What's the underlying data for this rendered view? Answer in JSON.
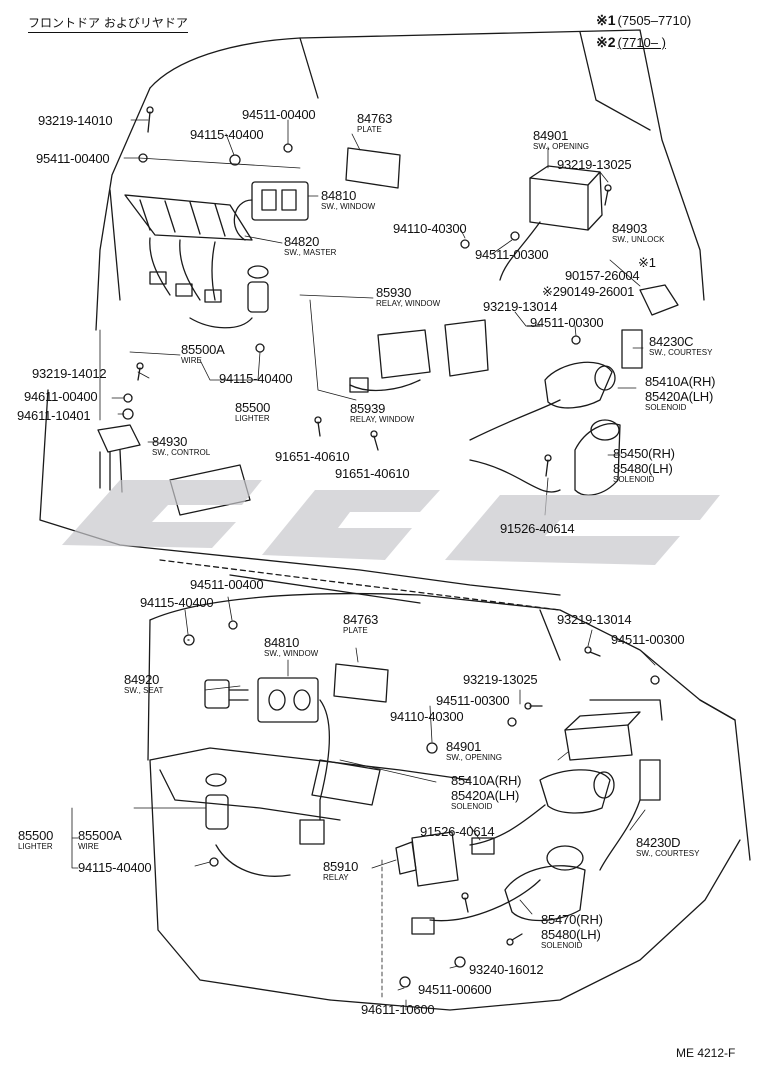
{
  "header": {
    "title": "フロントドア およびリヤドア",
    "notes": [
      {
        "mark": "※1",
        "range": "(7505–7710)"
      },
      {
        "mark": "※2",
        "range": "(7710–       )"
      }
    ]
  },
  "footer_code": "ME 4212-F",
  "watermark": {
    "color": "#c8c8cc"
  },
  "parts": [
    {
      "id": "p1",
      "number": "93219-14010"
    },
    {
      "id": "p2",
      "number": "94511-00400"
    },
    {
      "id": "p3",
      "number": "94115-40400"
    },
    {
      "id": "p4",
      "number": "95411-00400"
    },
    {
      "id": "p5",
      "number": "84763",
      "desc": "PLATE"
    },
    {
      "id": "p6",
      "number": "84901",
      "desc": "SW., OPENING"
    },
    {
      "id": "p7",
      "number": "93219-13025"
    },
    {
      "id": "p8",
      "number": "84810",
      "desc": "SW., WINDOW"
    },
    {
      "id": "p9",
      "number": "94110-40300"
    },
    {
      "id": "p10",
      "number": "94511-00300"
    },
    {
      "id": "p11",
      "number": "84903",
      "desc": "SW., UNLOCK"
    },
    {
      "id": "p12",
      "number": "84820",
      "desc": "SW., MASTER"
    },
    {
      "id": "p13",
      "number": "※1"
    },
    {
      "id": "p14",
      "number": "90157-26004"
    },
    {
      "id": "p15",
      "number": "※290149-26001"
    },
    {
      "id": "p16",
      "number": "85930",
      "desc": "RELAY, WINDOW"
    },
    {
      "id": "p17",
      "number": "93219-13014"
    },
    {
      "id": "p18",
      "number": "94511-00300"
    },
    {
      "id": "p19",
      "number": "85500A",
      "desc": "WIRE"
    },
    {
      "id": "p20",
      "number": "84230C",
      "desc": "SW., COURTESY"
    },
    {
      "id": "p21",
      "number": "93219-14012"
    },
    {
      "id": "p22",
      "number": "94115-40400"
    },
    {
      "id": "p23",
      "number": "85410A(RH)"
    },
    {
      "id": "p24",
      "number": "85420A(LH)",
      "desc": "SOLENOID"
    },
    {
      "id": "p25",
      "number": "94611-00400"
    },
    {
      "id": "p26",
      "number": "85500",
      "desc": "LIGHTER"
    },
    {
      "id": "p27",
      "number": "85939",
      "desc": "RELAY, WINDOW"
    },
    {
      "id": "p28",
      "number": "94611-10401"
    },
    {
      "id": "p29",
      "number": "84930",
      "desc": "SW., CONTROL"
    },
    {
      "id": "p30",
      "number": "91651-40610"
    },
    {
      "id": "p31",
      "number": "91651-40610"
    },
    {
      "id": "p32",
      "number": "85450(RH)"
    },
    {
      "id": "p33",
      "number": "85480(LH)",
      "desc": "SOLENOID"
    },
    {
      "id": "p34",
      "number": "91526-40614"
    },
    {
      "id": "p35",
      "number": "94511-00400"
    },
    {
      "id": "p36",
      "number": "94115-40400"
    },
    {
      "id": "p37",
      "number": "84763",
      "desc": "PLATE"
    },
    {
      "id": "p38",
      "number": "93219-13014"
    },
    {
      "id": "p39",
      "number": "84810",
      "desc": "SW., WINDOW"
    },
    {
      "id": "p40",
      "number": "94511-00300"
    },
    {
      "id": "p41",
      "number": "84920",
      "desc": "SW., SEAT"
    },
    {
      "id": "p42",
      "number": "93219-13025"
    },
    {
      "id": "p43",
      "number": "94511-00300"
    },
    {
      "id": "p44",
      "number": "94110-40300"
    },
    {
      "id": "p45",
      "number": "84901",
      "desc": "SW., OPENING"
    },
    {
      "id": "p46",
      "number": "85410A(RH)"
    },
    {
      "id": "p47",
      "number": "85420A(LH)",
      "desc": "SOLENOID"
    },
    {
      "id": "p48",
      "number": "85500",
      "desc": "LIGHTER"
    },
    {
      "id": "p49",
      "number": "85500A",
      "desc": "WIRE"
    },
    {
      "id": "p50",
      "number": "91526-40614"
    },
    {
      "id": "p51",
      "number": "84230D",
      "desc": "SW., COURTESY"
    },
    {
      "id": "p52",
      "number": "94115-40400"
    },
    {
      "id": "p53",
      "number": "85910",
      "desc": "RELAY"
    },
    {
      "id": "p54",
      "number": "85470(RH)"
    },
    {
      "id": "p55",
      "number": "85480(LH)",
      "desc": "SOLENOID"
    },
    {
      "id": "p56",
      "number": "93240-16012"
    },
    {
      "id": "p57",
      "number": "94511-00600"
    },
    {
      "id": "p58",
      "number": "94611-10600"
    }
  ]
}
